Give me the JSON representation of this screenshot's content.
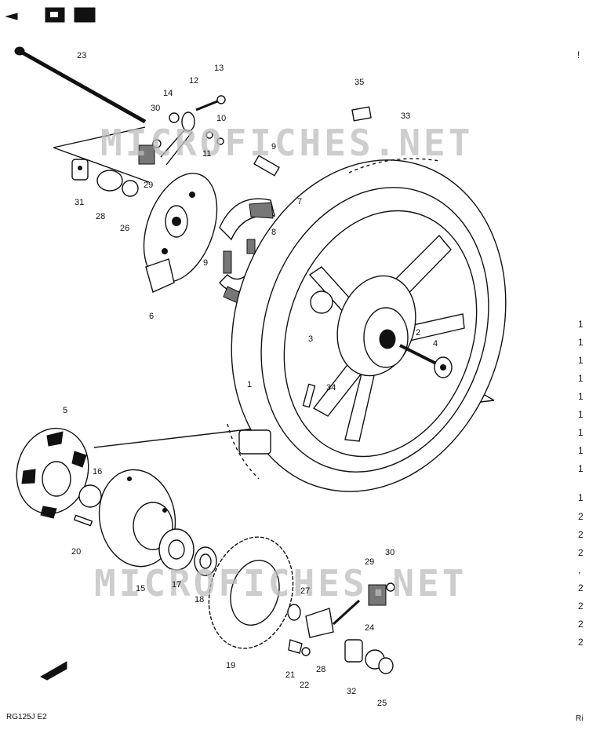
{
  "header": {
    "arrow_icon": "left-arrow-icon",
    "mark_icon": "section-mark-icon"
  },
  "watermarks": [
    "MICROFICHES.NET",
    "MICROFICHES.NET"
  ],
  "callouts": [
    {
      "key": "23",
      "text": "23"
    },
    {
      "key": "14",
      "text": "14"
    },
    {
      "key": "12",
      "text": "12"
    },
    {
      "key": "13",
      "text": "13"
    },
    {
      "key": "30a",
      "text": "30"
    },
    {
      "key": "10",
      "text": "10"
    },
    {
      "key": "11",
      "text": "11"
    },
    {
      "key": "9a",
      "text": "9"
    },
    {
      "key": "35",
      "text": "35"
    },
    {
      "key": "33",
      "text": "33"
    },
    {
      "key": "29a",
      "text": "29"
    },
    {
      "key": "31",
      "text": "31"
    },
    {
      "key": "28a",
      "text": "28"
    },
    {
      "key": "26",
      "text": "26"
    },
    {
      "key": "7",
      "text": "7"
    },
    {
      "key": "8",
      "text": "8"
    },
    {
      "key": "9b",
      "text": "9"
    },
    {
      "key": "6",
      "text": "6"
    },
    {
      "key": "3",
      "text": "3"
    },
    {
      "key": "2",
      "text": "2"
    },
    {
      "key": "4",
      "text": "4"
    },
    {
      "key": "1",
      "text": "1"
    },
    {
      "key": "34",
      "text": "34"
    },
    {
      "key": "5",
      "text": "5"
    },
    {
      "key": "16",
      "text": "16"
    },
    {
      "key": "20",
      "text": "20"
    },
    {
      "key": "15",
      "text": "15"
    },
    {
      "key": "17",
      "text": "17"
    },
    {
      "key": "18",
      "text": "18"
    },
    {
      "key": "19",
      "text": "19"
    },
    {
      "key": "27",
      "text": "27"
    },
    {
      "key": "29b",
      "text": "29"
    },
    {
      "key": "30b",
      "text": "30"
    },
    {
      "key": "24",
      "text": "24"
    },
    {
      "key": "21",
      "text": "21"
    },
    {
      "key": "28b",
      "text": "28"
    },
    {
      "key": "22",
      "text": "22"
    },
    {
      "key": "32",
      "text": "32"
    },
    {
      "key": "25",
      "text": "25"
    }
  ],
  "right_margin_marks": [
    "!",
    "1",
    "1",
    "1",
    "1",
    "1",
    "1",
    "1",
    "1",
    "1",
    "1",
    "2",
    "2",
    "2",
    ",",
    "2",
    "2",
    "2",
    "2"
  ],
  "footer": {
    "model": "RG125J E2",
    "right_fragment": "Ri"
  }
}
